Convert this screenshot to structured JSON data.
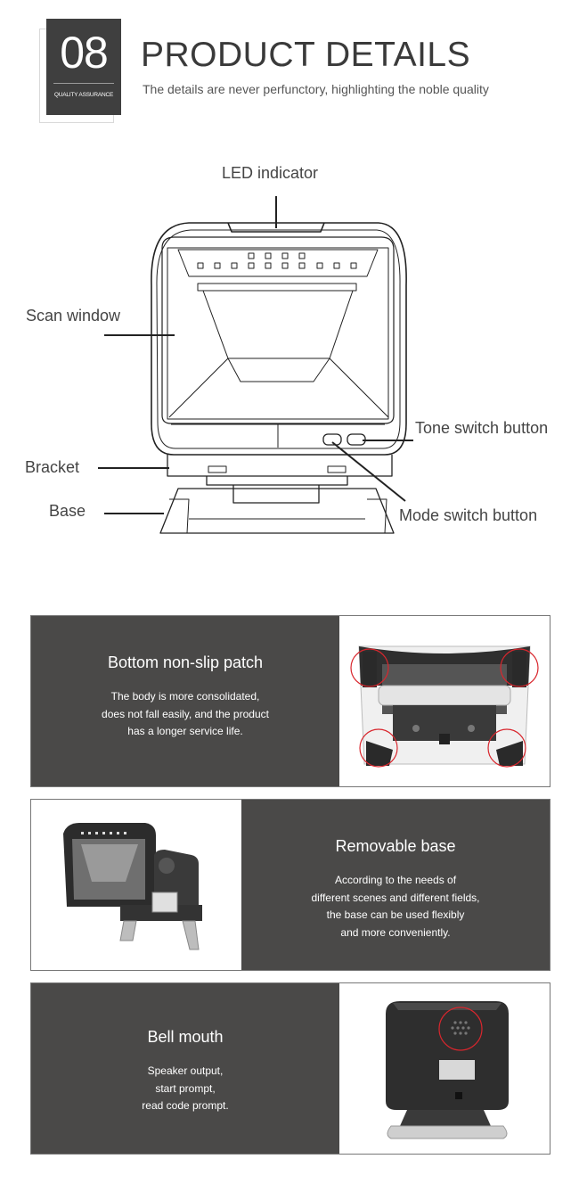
{
  "header": {
    "badge_number": "08",
    "badge_caption": "QUALITY ASSURANCE",
    "title": "PRODUCT DETAILS",
    "subtitle": "The details are never perfunctory, highlighting the noble quality"
  },
  "diagram": {
    "labels": {
      "led_indicator": "LED indicator",
      "scan_window": "Scan window",
      "tone_switch": "Tone switch button",
      "bracket": "Bracket",
      "mode_switch": "Mode switch button",
      "base": "Base"
    }
  },
  "features": [
    {
      "title": "Bottom non-slip patch",
      "lines": [
        "The body is more consolidated,",
        "does not fall easily, and the product",
        "has a longer service life."
      ]
    },
    {
      "title": "Removable base",
      "lines": [
        "According to the needs of",
        "different scenes and different fields,",
        "the base can be used flexibly",
        "and more conveniently."
      ]
    },
    {
      "title": "Bell mouth",
      "lines": [
        "Speaker output,",
        "start prompt,",
        "read code prompt."
      ]
    }
  ],
  "colors": {
    "panel_dark": "#4a4948",
    "highlight_circle": "#d9262d",
    "badge": "#3f3f3f"
  }
}
